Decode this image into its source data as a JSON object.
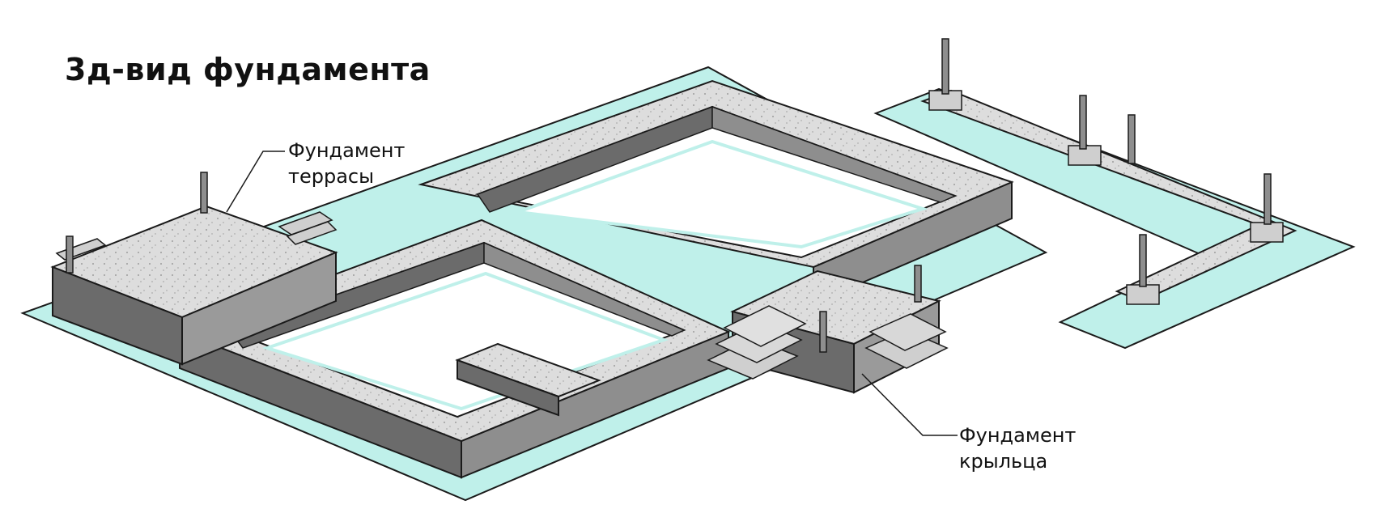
{
  "title": "3д-вид фундамента",
  "callouts": {
    "terrace": {
      "line1": "Фундамент",
      "line2": "террасы"
    },
    "porch": {
      "line1": "Фундамент",
      "line2": "крыльца"
    }
  },
  "colors": {
    "background": "#ffffff",
    "ground_slab": "#bff0ea",
    "concrete_top": "#dcdcdc",
    "concrete_side": "#a7a7a7",
    "concrete_dark": "#6b6b6b",
    "outline": "#1a1a1a"
  }
}
